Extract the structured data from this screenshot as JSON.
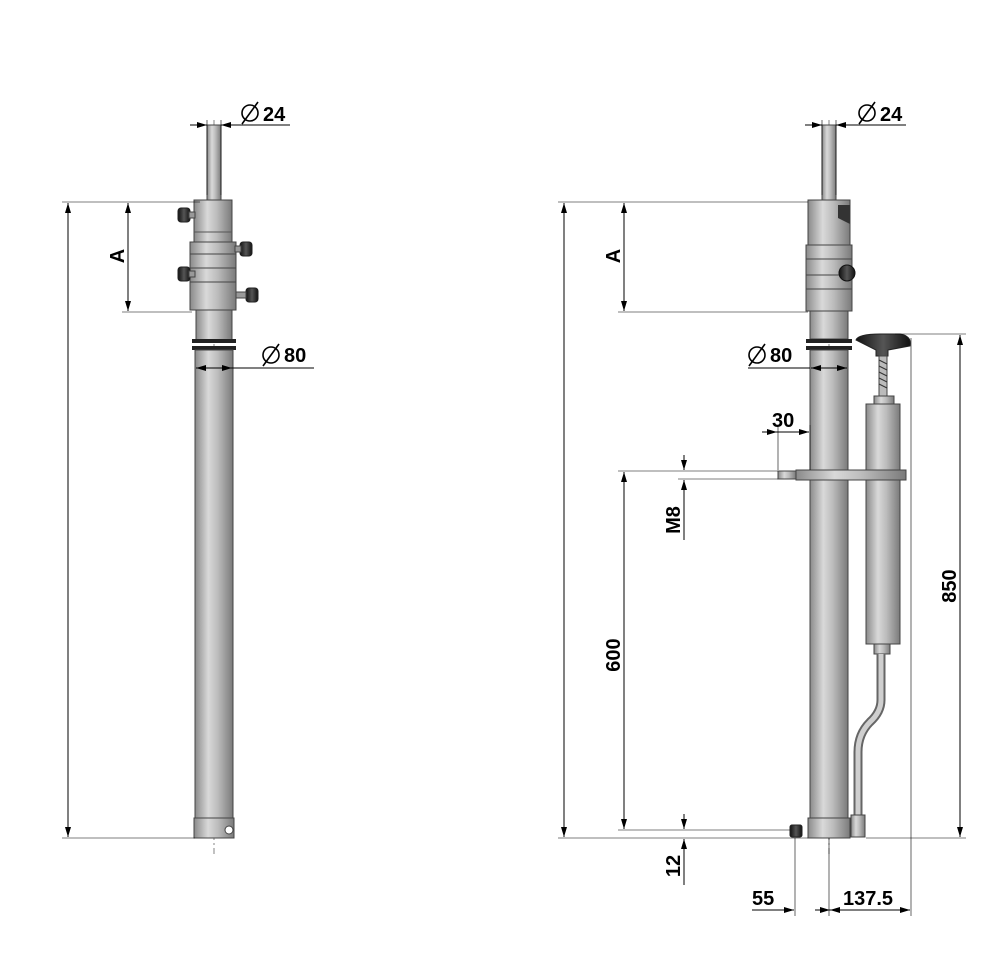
{
  "left_view": {
    "dia_top": "24",
    "dia_tube": "80",
    "height_label": "A"
  },
  "right_view": {
    "dia_top": "24",
    "dia_tube": "80",
    "height_label": "A",
    "offset_30": "30",
    "thread": "M8",
    "height_600": "600",
    "base_12": "12",
    "height_850": "850",
    "width_55": "55",
    "width_137": "137.5"
  },
  "symbols": {
    "diameter": "⌀"
  },
  "colors": {
    "metal_light": "#d9d9d9",
    "metal_mid": "#a6a6a6",
    "metal_dark": "#6e6e6e",
    "knob": "#2a2a2a",
    "line": "#000000"
  }
}
